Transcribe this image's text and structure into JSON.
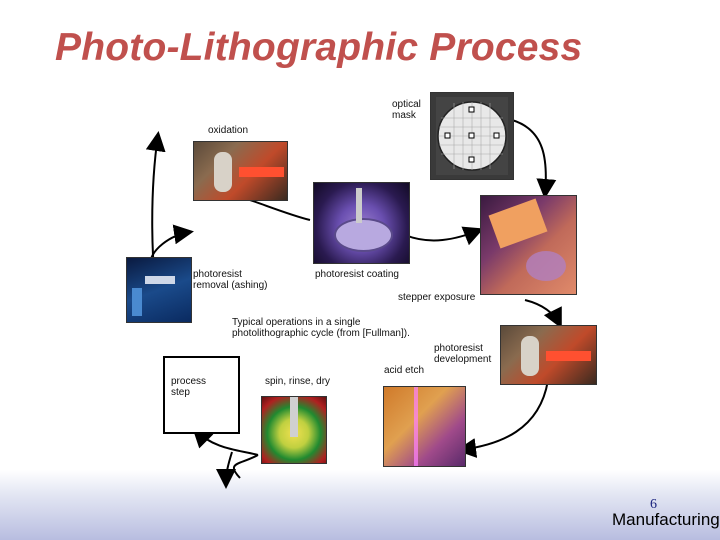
{
  "slide": {
    "title": "Photo-Lithographic Process",
    "page_number": "6",
    "footer_text": "Manufacturing"
  },
  "steps": {
    "optical_mask": "optical\nmask",
    "oxidation": "oxidation",
    "photoresist_removal": "photoresist\nremoval (ashing)",
    "photoresist_coating": "photoresist coating",
    "stepper_exposure": "stepper exposure",
    "photoresist_development": "photoresist\ndevelopment",
    "acid_etch": "acid etch",
    "spin_rinse_dry": "spin, rinse, dry",
    "process_step": "process\nstep"
  },
  "caption": "Typical operations in a single\nphotolithographic cycle (from [Fullman])."
}
